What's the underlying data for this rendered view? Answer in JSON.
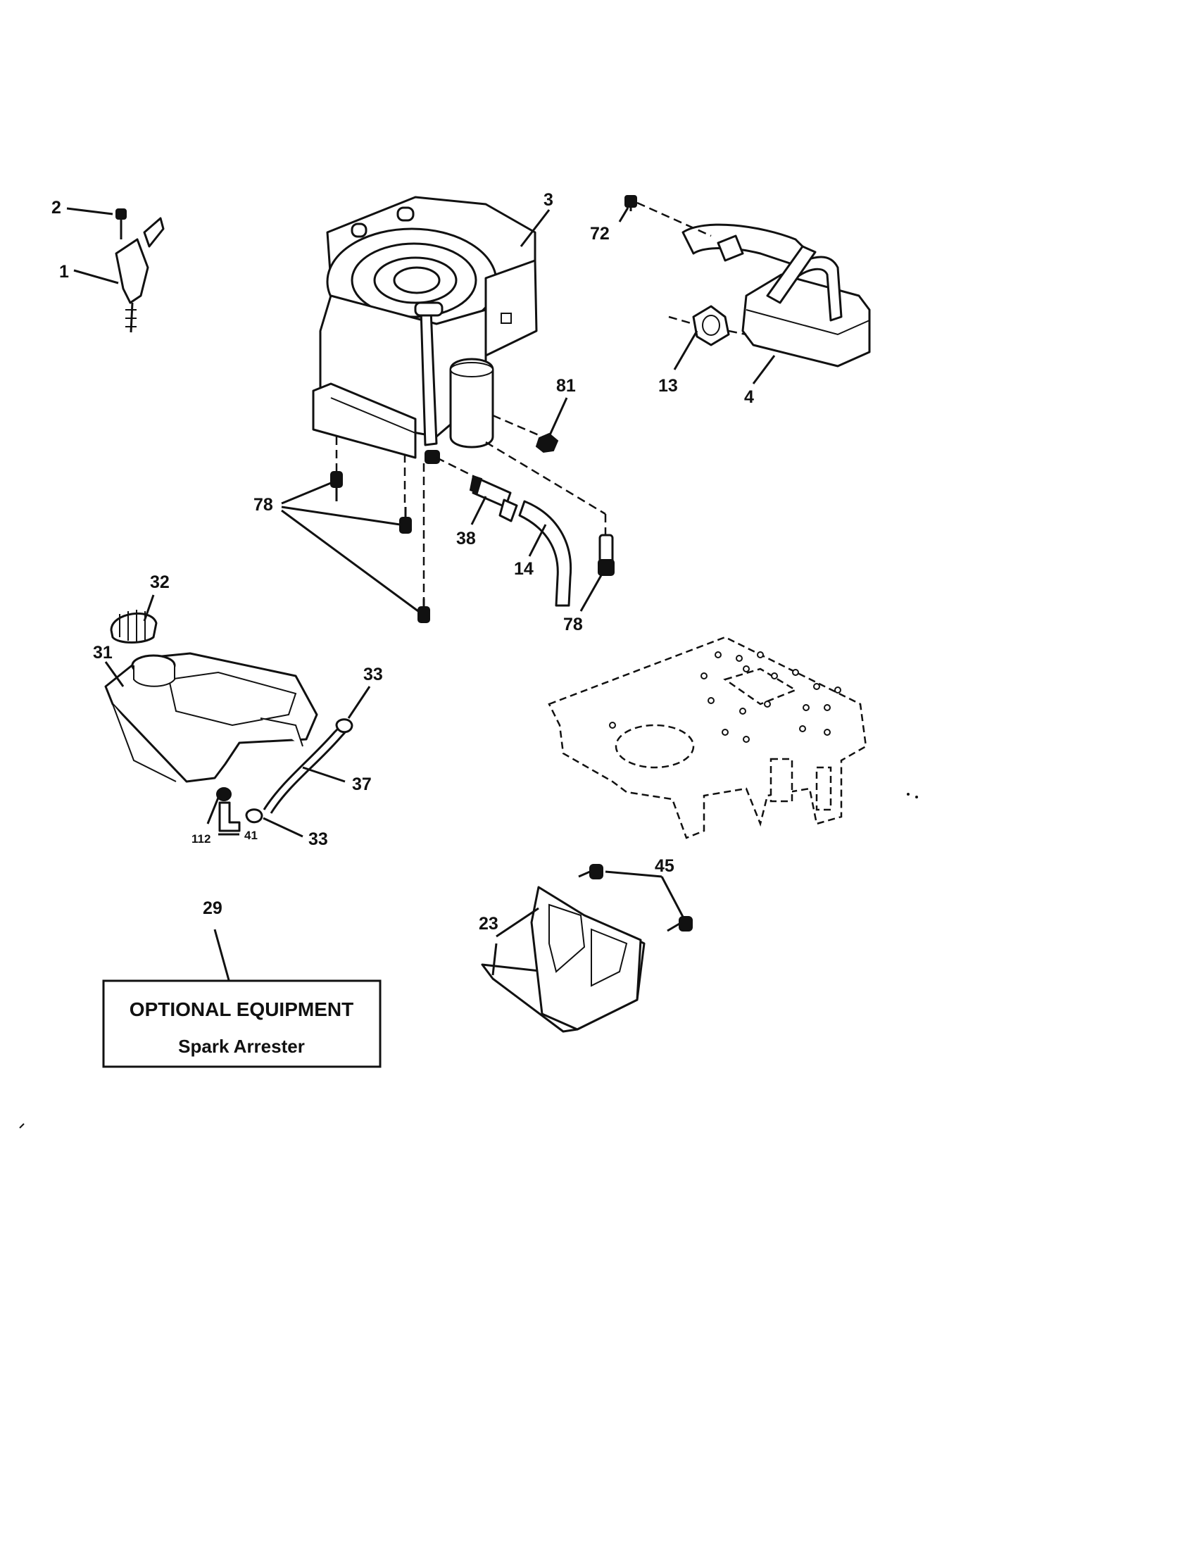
{
  "callouts": {
    "c1": "1",
    "c2": "2",
    "c3": "3",
    "c4": "4",
    "c13": "13",
    "c14": "14",
    "c23": "23",
    "c29": "29",
    "c31": "31",
    "c32": "32",
    "c33a": "33",
    "c33b": "33",
    "c37": "37",
    "c38": "38",
    "c41": "41",
    "c45": "45",
    "c72": "72",
    "c78a": "78",
    "c78b": "78",
    "c81": "81",
    "c112": "112"
  },
  "optional_box": {
    "title": "OPTIONAL EQUIPMENT",
    "subtitle": "Spark Arrester"
  }
}
